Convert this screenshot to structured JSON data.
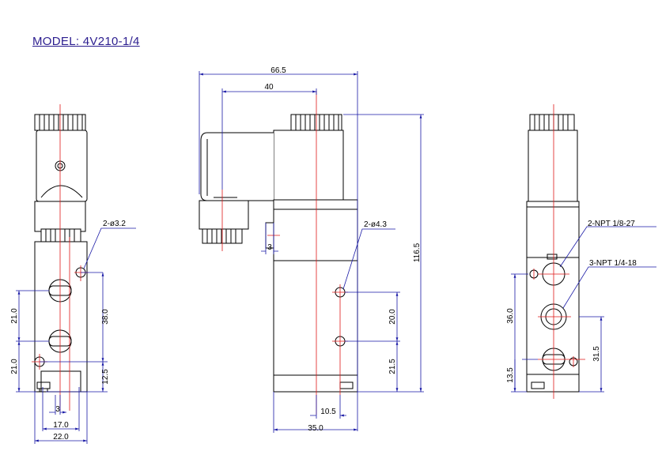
{
  "title": "MODEL: 4V210-1/4",
  "left_view": {
    "hole_note": "2-ø3.2",
    "dims": {
      "d21_top": "21.0",
      "d21_bot": "21.0",
      "d38": "38.0",
      "d12_5": "12.5",
      "d3": "3",
      "d17": "17.0",
      "d22": "22.0"
    }
  },
  "front_view": {
    "hole_note": "2-ø4.3",
    "dims": {
      "d66_5": "66.5",
      "d40": "40",
      "d3": "3",
      "d116_5": "116.5",
      "d20": "20.0",
      "d21_5": "21.5",
      "d10_5": "10.5",
      "d35": "35.0"
    }
  },
  "right_view": {
    "port_note_1": "2-NPT 1/8-27",
    "port_note_2": "3-NPT 1/4-18",
    "dims": {
      "d36": "36.0",
      "d13_5": "13.5",
      "d31_5": "31.5"
    }
  },
  "colors": {
    "outline": "#000000",
    "dimension": "#1a1aa6",
    "centerline": "#e01a1a",
    "title": "#2b1d8f"
  }
}
